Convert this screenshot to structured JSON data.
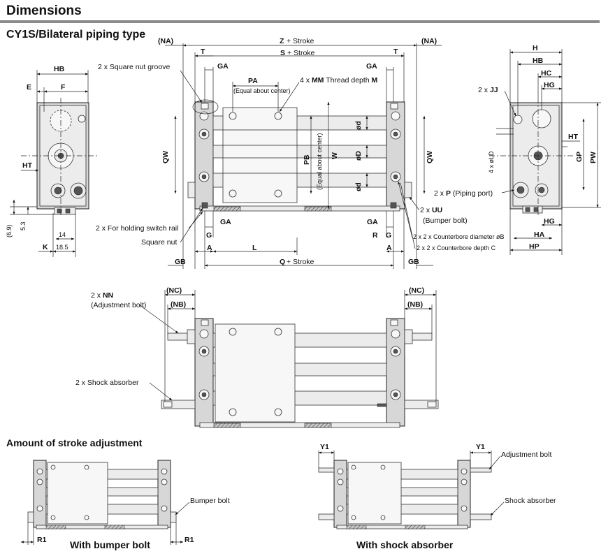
{
  "header": {
    "title": "Dimensions"
  },
  "subtitle": "CY1S/Bilateral piping type",
  "section2_title": "Amount of stroke adjustment",
  "captions": {
    "bumper": "With bumper bolt",
    "shock": "With shock absorber"
  },
  "dims": {
    "na": "(NA)",
    "z": "Z",
    "s": "S",
    "t": "T",
    "ga": "GA",
    "pa": "PA",
    "equal_center": "(Equal about center)",
    "pb": "PB",
    "w": "W",
    "qw": "QW",
    "d": "ød",
    "D": "øD",
    "l": "L",
    "q": "Q",
    "gb": "GB",
    "g": "G",
    "a": "A",
    "r": "R",
    "hb": "HB",
    "e": "E",
    "f": "F",
    "ht": "HT",
    "k": "K",
    "v69": "(6.9)",
    "v53": "5.3",
    "v14": "14",
    "v185": "18.5",
    "h": "H",
    "hc": "HC",
    "hg": "HG",
    "gp": "GP",
    "pw": "PW",
    "ha": "HA",
    "hp": "HP",
    "ld": "4 x øLD",
    "nc": "(NC)",
    "nb": "(NB)",
    "y1": "Y1",
    "r1": "R1",
    "plus_stroke": "+ Stroke"
  },
  "callouts": {
    "square_nut_groove": "2 x Square nut groove",
    "mm_prefix": "4 x ",
    "mm": "MM",
    "mm_mid": " Thread depth ",
    "mm_m": "M",
    "jj_prefix": "2 x ",
    "jj": "JJ",
    "p_prefix": "2 x ",
    "p": "P",
    "p_suffix": " (Piping port)",
    "uu_prefix": "2 x ",
    "uu": "UU",
    "uu_sub": "(Bumper bolt)",
    "cb_b": "2 x 2 x Counterbore diameter øB",
    "cb_c": "2 x 2 x Counterbore depth C",
    "holding_rail": "2 x For holding switch rail",
    "square_nut": "Square nut",
    "nn_prefix": "2 x ",
    "nn": "NN",
    "nn_sub": "(Adjustment bolt)",
    "shock_absorber_2x": "2 x Shock absorber",
    "bumper_bolt": "Bumper bolt",
    "adjustment_bolt": "Adjustment bolt",
    "shock_absorber": "Shock absorber"
  }
}
